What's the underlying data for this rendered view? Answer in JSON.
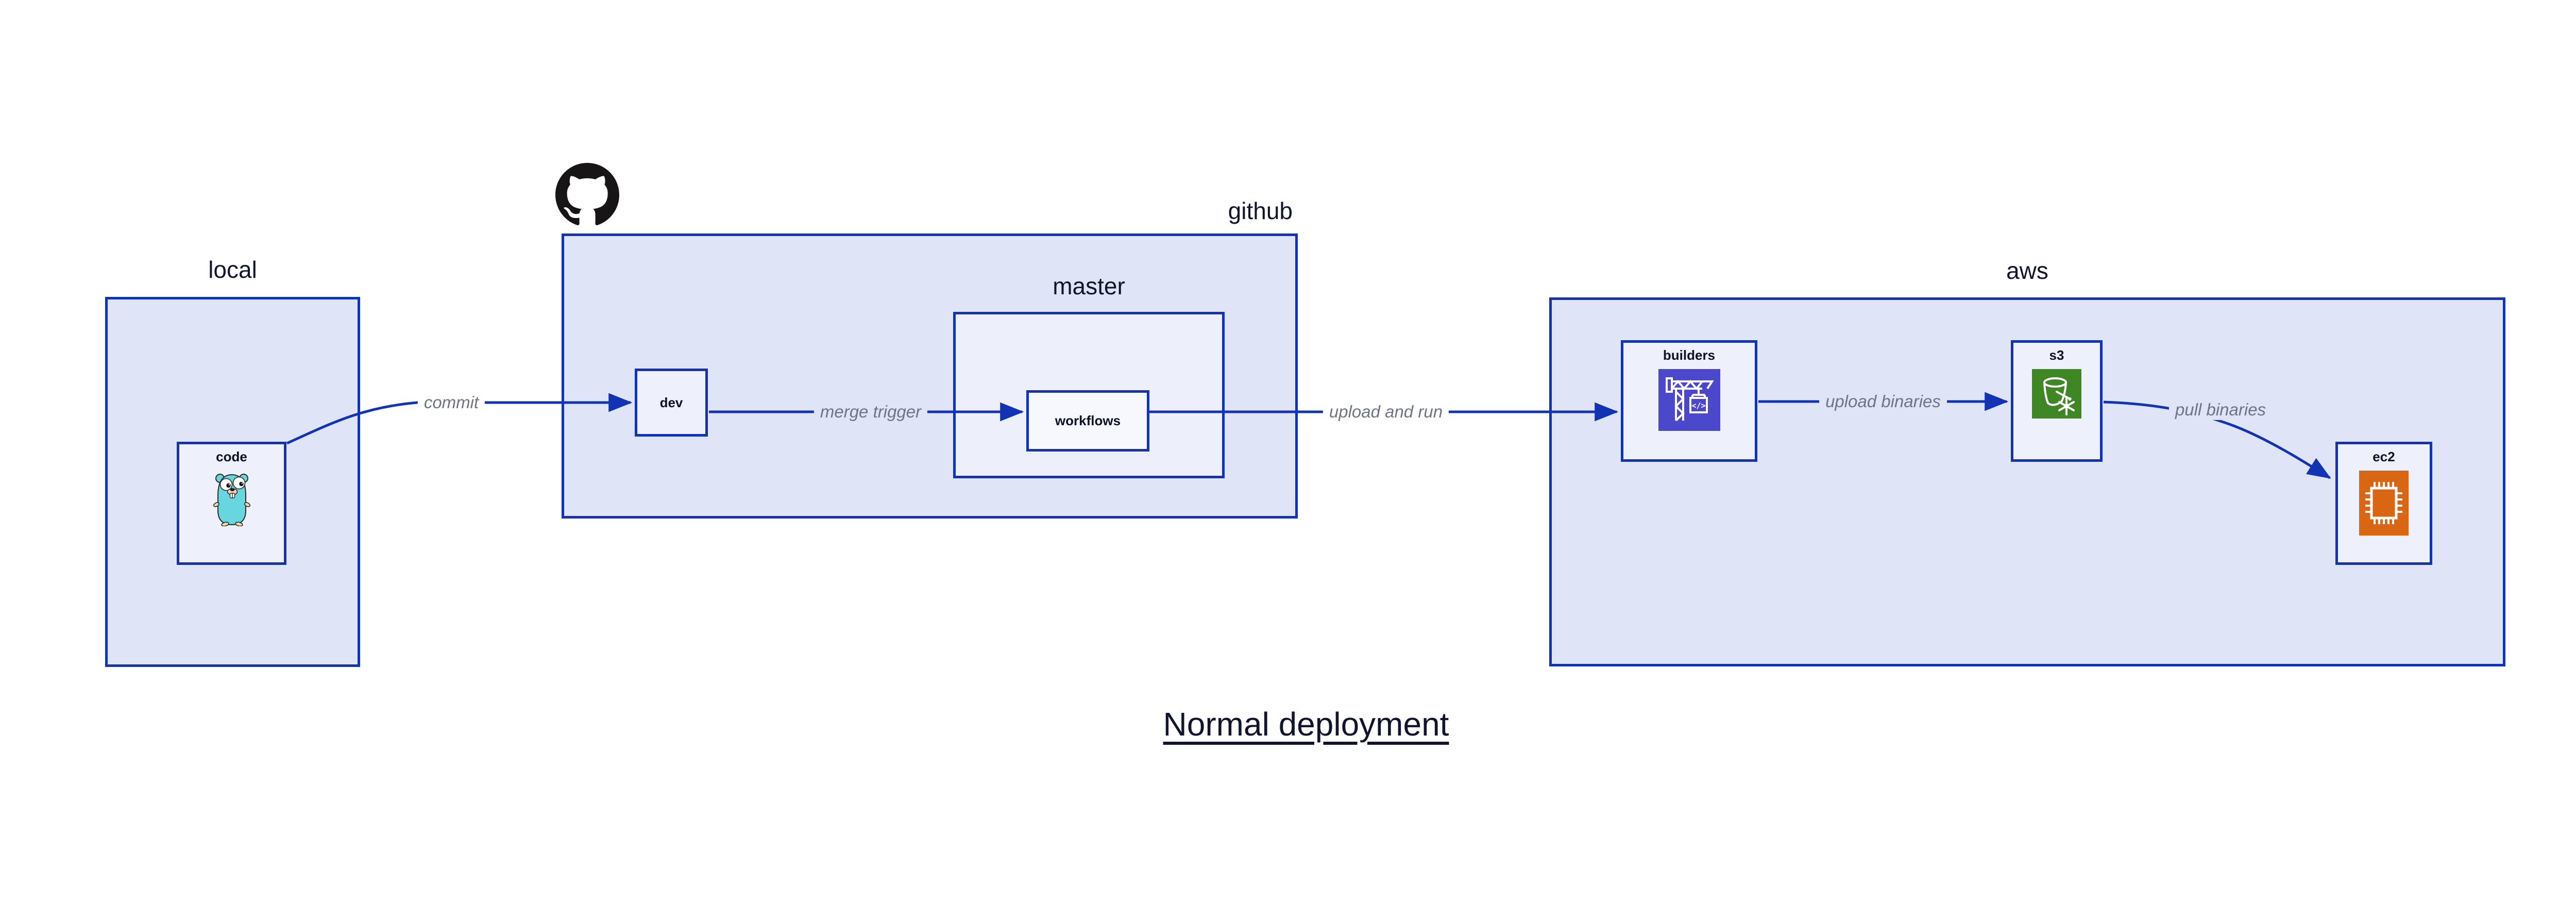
{
  "title": "Normal deployment",
  "regions": {
    "local": {
      "label": "local"
    },
    "github": {
      "label": "github"
    },
    "master": {
      "label": "master"
    },
    "aws": {
      "label": "aws"
    }
  },
  "nodes": {
    "code": {
      "label": "code"
    },
    "dev": {
      "label": "dev"
    },
    "workflows": {
      "label": "workflows"
    },
    "builders": {
      "label": "builders"
    },
    "s3": {
      "label": "s3"
    },
    "ec2": {
      "label": "ec2"
    }
  },
  "edges": {
    "commit": {
      "label": "commit"
    },
    "merge_trigger": {
      "label": "merge trigger"
    },
    "upload_and_run": {
      "label": "upload and run"
    },
    "upload_binaries": {
      "label": "upload binaries"
    },
    "pull_binaries": {
      "label": "pull binaries"
    }
  },
  "icons": {
    "github": "github-octocat-icon",
    "code": "go-gopher-icon",
    "builders": "aws-codebuild-crane-icon",
    "s3": "aws-s3-glacier-bucket-icon",
    "ec2": "aws-ec2-chip-icon"
  },
  "colors": {
    "stroke_blue": "#1233b4",
    "region_fill": "#dfe4f7",
    "node_fill": "#eef1fb",
    "inner_fill": "#f6f8fe",
    "text_navy": "#0d1228",
    "label_gray": "#6e7486",
    "octocat_black": "#171515",
    "gopher_teal": "#67d7df",
    "codebuild_indigo": "#4b48cb",
    "s3_green": "#3f8624",
    "ec2_orange": "#d86613"
  }
}
